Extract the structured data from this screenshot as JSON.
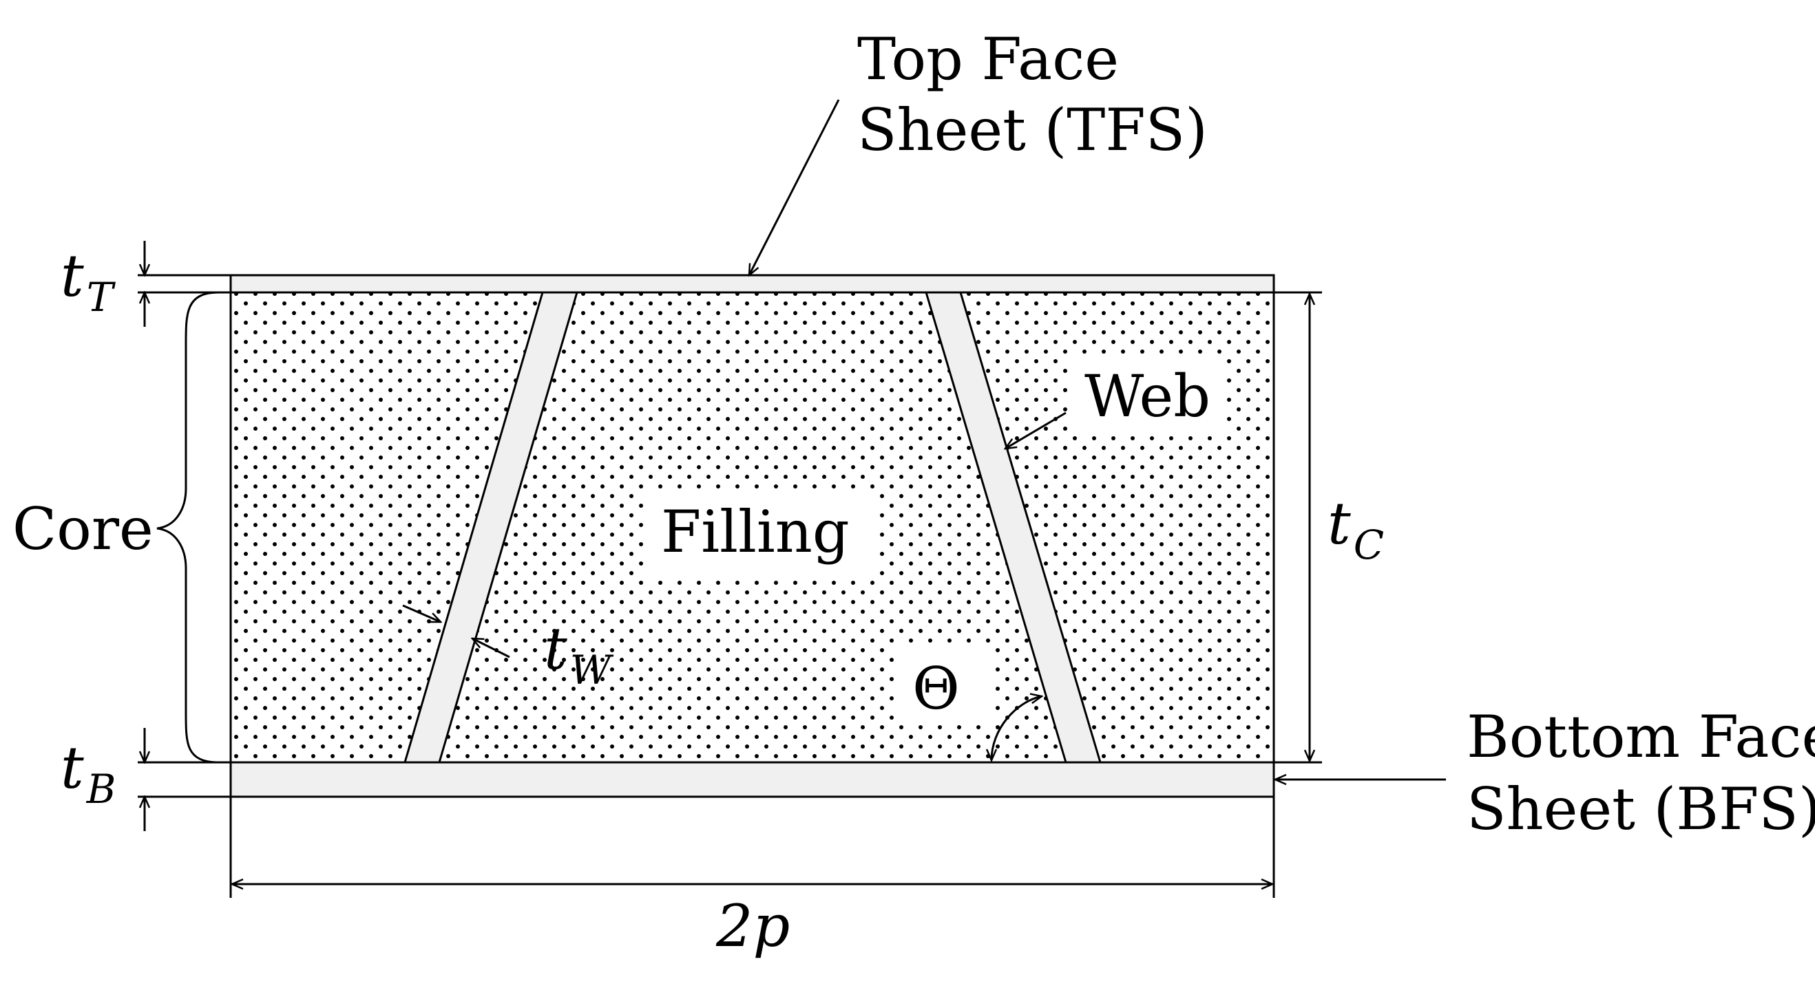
{
  "labels": {
    "tfs_line1": "Top Face",
    "tfs_line2": "Sheet (TFS)",
    "bfs_line1": "Bottom Face",
    "bfs_line2": "Sheet (BFS)",
    "core": "Core",
    "filling": "Filling",
    "web": "Web",
    "theta": "Θ",
    "width": "2p"
  },
  "dimensions": {
    "t_top": {
      "symbol": "t",
      "subscript": "T"
    },
    "t_bottom": {
      "symbol": "t",
      "subscript": "B"
    },
    "t_core": {
      "symbol": "t",
      "subscript": "C"
    },
    "t_web": {
      "symbol": "t",
      "subscript": "W"
    }
  },
  "colors": {
    "line": "#000000",
    "sheet_fill": "#f0f0f0",
    "web_fill": "#f0f0f0",
    "dot": "#000000",
    "background": "#ffffff"
  }
}
